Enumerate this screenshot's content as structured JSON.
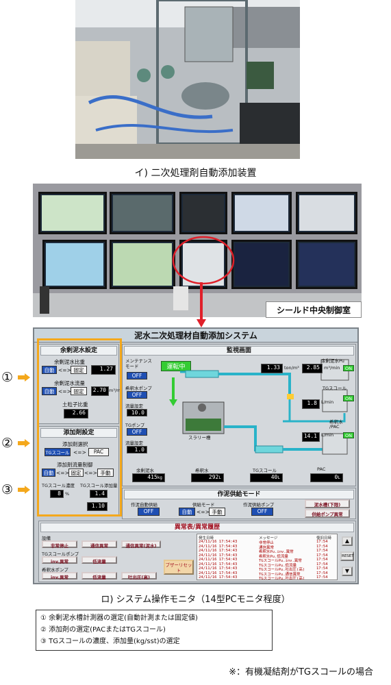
{
  "captions": {
    "photo1": "イ) 二次処理剤自動添加装置",
    "photo2_label": "シールド中央制御室",
    "monitor": "ロ) システム操作モニタ（14型PCモニタ程度）",
    "footnote": "※：有機凝結剤がTGスコールの場合"
  },
  "notes": [
    "① 余剰泥水槽計測器の選定(自動計測または固定値)",
    "② 添加剤の選定(PACまたはTGスコール)",
    "③ TGスコールの濃度、添加量(kg/sst)の選定"
  ],
  "callouts": [
    "①",
    "②",
    "③"
  ],
  "ui": {
    "title": "泥水二次処理材自動添加システム",
    "surplus": {
      "title": "余剰泥水設定",
      "density_label": "余剰泥水比重",
      "density_value": "1.27",
      "flow_label": "余剰泥水流量",
      "flow_value": "2.70",
      "flow_unit": "m³/m",
      "soil_label": "土粒子比重",
      "soil_value": "2.66",
      "auto": "自動",
      "arrow": "<=>",
      "fixed": "固定"
    },
    "additive": {
      "title": "添加剤設定",
      "select_label": "添加剤選択",
      "tg": "TGスコール",
      "pac": "PAC",
      "control_label": "添加剤流量制御",
      "auto": "自動",
      "fixed": "固定",
      "manual": "手動",
      "arrow": "<=>",
      "conc_label": "TGスコール濃度",
      "conc_value": "8",
      "conc_unit": "%",
      "amount_label": "TGスコール添加量",
      "amount_value": "1.4",
      "amount_value2": "1.10"
    },
    "monitor": {
      "title": "監視画面",
      "maint_label": "メンテナンスモード",
      "maint_value": "OFF",
      "running": "運転中",
      "dilution_pump_label": "希釈水ポンプ",
      "dilution_pump_value": "OFF",
      "flow_setting_label": "流量設定",
      "flow_setting_value": "10.0",
      "tg_pump_label": "TGポンプ",
      "tg_pump_value": "OFF",
      "tg_flow_label": "流量設定",
      "tg_flow_value": "1.0",
      "slurry_tank": "スラリー槽",
      "v1": "1.33",
      "v1_unit": "ton/m³",
      "v2": "2.85",
      "v2_unit": "m³/min",
      "v3": "1.8",
      "v3_unit": "L/min",
      "v4": "14.1",
      "v4_unit": "L/min",
      "surplus_pump": "余剰泥水Pu",
      "tg_scale": "TGスコール",
      "dilution_tank": "希釈水 /PAC",
      "on": "ON",
      "b_surplus_label": "余剰泥水",
      "b_surplus": "415",
      "b_surplus_unit": "kg",
      "b_dilution_label": "希釈水",
      "b_dilution": "292",
      "b_dilution_unit": "L",
      "b_tg_label": "TGスコール",
      "b_tg": "40",
      "b_tg_unit": "L",
      "b_pac_label": "PAC",
      "b_pac": "0",
      "b_pac_unit": "L"
    },
    "supply": {
      "title": "作泥供給モード",
      "auto_supply_label": "作泥自動供給",
      "auto_supply_value": "OFF",
      "mode_label": "供給モード",
      "auto": "自動",
      "arrow": "<=>",
      "manual": "手動",
      "pump_label": "作泥供給ポンプ",
      "pump_value": "OFF",
      "btn1": "泥水槽(下限)",
      "btn2": "供給ポンプ異常"
    },
    "alarm": {
      "title": "異常表/異常履歴",
      "equipment_label": "設備",
      "b_emergency": "非常停止",
      "b_comm": "通信異常",
      "b_comm2": "通信異常(泥水)",
      "tg_pump_label": "TGスコールポンプ",
      "b_inv": "inv.異常",
      "b_low": "低流量",
      "dilution_pump_label": "希釈水ポンプ",
      "b_inv2": "inv.異常",
      "b_low2": "低流量",
      "b_overflow": "吐出圧(高)",
      "b_reset": "ブザーリセット",
      "col_time": "発生日時",
      "col_msg": "メッセージ",
      "col_restore": "復旧日時",
      "rows": [
        [
          "24/11/16 17:54:43",
          "非常停止",
          "17:54"
        ],
        [
          "24/11/16 17:54:43",
          "通信異常",
          "17:54"
        ],
        [
          "24/11/16 17:54:43",
          "希釈水Pu.inv.異常",
          "17:54"
        ],
        [
          "24/11/16 17:54:43",
          "希釈水Pu.低流量",
          "17:54"
        ],
        [
          "24/11/16 17:54:43",
          "TGスコールPu.inv.異常",
          "17:54"
        ],
        [
          "24/11/16 17:54:43",
          "TGスコールPu.低流量",
          "17:54"
        ],
        [
          "24/11/16 17:54:43",
          "TGスコールPu.吐出圧(高)",
          "17:54"
        ],
        [
          "24/11/16 17:54:43",
          "TGスコールPu.通信異常",
          "17:54"
        ],
        [
          "24/11/16 17:54:43",
          "TGスコールPu.吐出圧(高)",
          "17:54"
        ]
      ],
      "scroll_up": "▲",
      "scroll_down": "▼",
      "reset": "RESET"
    }
  },
  "colors": {
    "orange": "#f4a81c",
    "blue_button": "#1f4fb3",
    "running_green": "#33cc33",
    "red_circle": "#e0202a"
  }
}
